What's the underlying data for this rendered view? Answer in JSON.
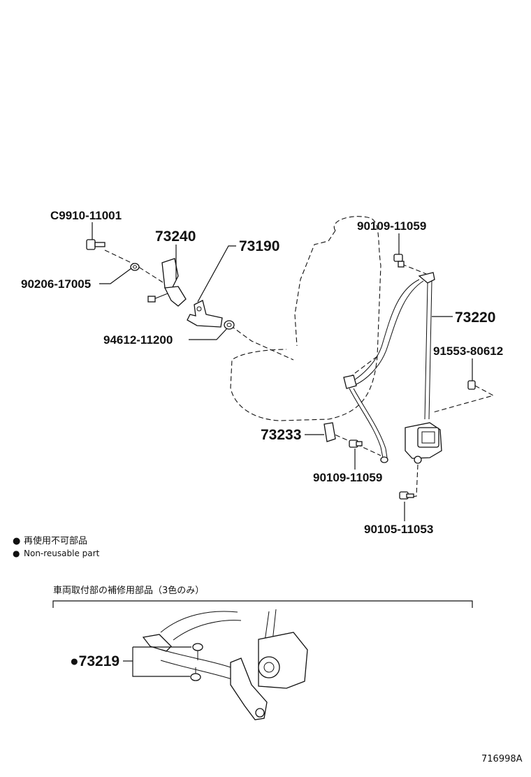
{
  "main_diagram": {
    "labels": {
      "c9910_11001": "C9910-11001",
      "p73240": "73240",
      "p73190": "73190",
      "p90206_17005": "90206-17005",
      "p94612_11200": "94612-11200",
      "p90109_11059_top": "90109-11059",
      "p73220": "73220",
      "p91553_80612": "91553-80612",
      "p73233": "73233",
      "p90109_11059_bottom": "90109-11059",
      "p90105_11053": "90105-11053"
    }
  },
  "legend": {
    "symbol": "●",
    "line_jp": "再使用不可部品",
    "line_en": "Non-reusable part"
  },
  "inset": {
    "title": "車両取付部の補修用部品（3色のみ）",
    "label": "●73219"
  },
  "figure_id": "716998A"
}
